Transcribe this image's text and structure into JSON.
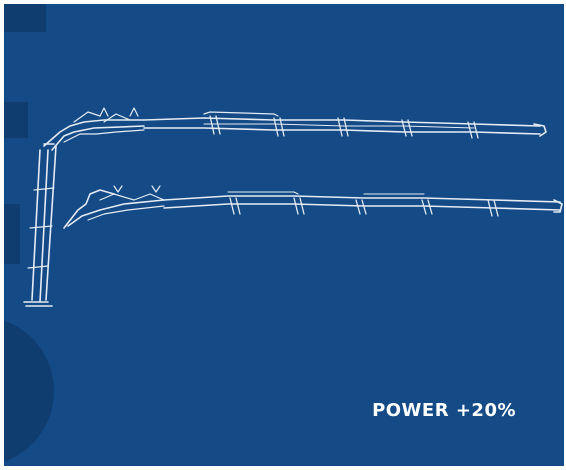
{
  "caption": {
    "text": "POWER +20%"
  },
  "colors": {
    "background": "#144a86",
    "background_ghost": "#0f3d70",
    "line": "#e6ecf3",
    "text": "#ffffff"
  },
  "illustrations": [
    {
      "name": "crane-folded-boom-drawing"
    },
    {
      "name": "crane-boom-drawing"
    }
  ]
}
